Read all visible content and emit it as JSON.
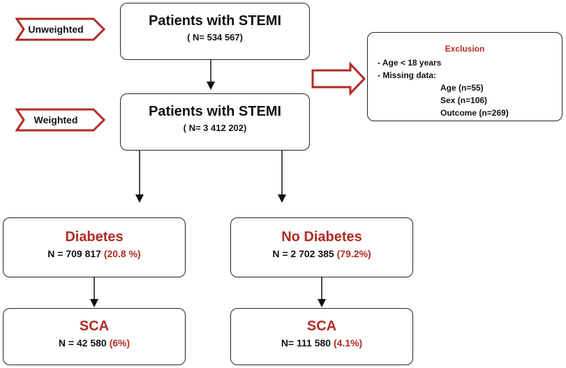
{
  "tags": {
    "unweighted": "Unweighted",
    "weighted": "Weighted"
  },
  "boxes": {
    "stemi_unweighted": {
      "title": "Patients with STEMI",
      "n": "( N= 534 567)"
    },
    "stemi_weighted": {
      "title": "Patients with STEMI",
      "n": "( N= 3 412 202)"
    },
    "diabetes": {
      "title": "Diabetes",
      "n": "N = 709 817 ",
      "pct": "(20.8 %)"
    },
    "no_diabetes": {
      "title": "No Diabetes",
      "n": "N = 2 702 385 ",
      "pct": "(79.2%)"
    },
    "sca_diabetes": {
      "title": "SCA",
      "n": "N = 42 580 ",
      "pct": "(6%)"
    },
    "sca_no_diabetes": {
      "title": "SCA",
      "n": "N= 111 580 ",
      "pct": "(4.1%)"
    }
  },
  "exclusion": {
    "title": "Exclusion",
    "line1": "- Age < 18 years",
    "line2": "- Missing data:",
    "age": "Age (n=55)",
    "sex": "Sex (n=106)",
    "outcome": "Outcome (n=269)"
  },
  "colors": {
    "accent_red": "#b02a24",
    "border": "#222222"
  }
}
